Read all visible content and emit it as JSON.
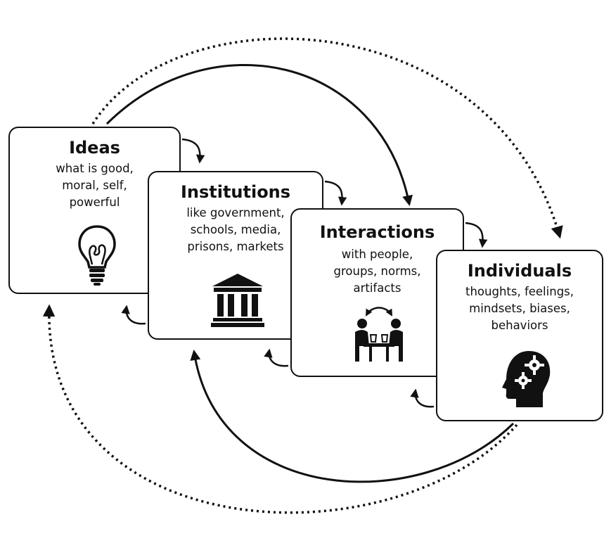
{
  "cards": [
    {
      "id": "ideas",
      "title": "Ideas",
      "lines": [
        "what is good,",
        "moral, self,",
        "powerful"
      ],
      "icon": "lightbulb-icon"
    },
    {
      "id": "institutions",
      "title": "Institutions",
      "lines": [
        "like government,",
        "schools, media,",
        "prisons, markets"
      ],
      "icon": "government-building-icon"
    },
    {
      "id": "interactions",
      "title": "Interactions",
      "lines": [
        "with people,",
        "groups, norms,",
        "artifacts"
      ],
      "icon": "people-interacting-icon"
    },
    {
      "id": "individuals",
      "title": "Individuals",
      "lines": [
        "thoughts, feelings,",
        "mindsets, biases,",
        "behaviors"
      ],
      "icon": "head-with-gears-icon"
    }
  ],
  "colors": {
    "stroke": "#111111",
    "background": "#ffffff",
    "card_border": "#111111"
  }
}
